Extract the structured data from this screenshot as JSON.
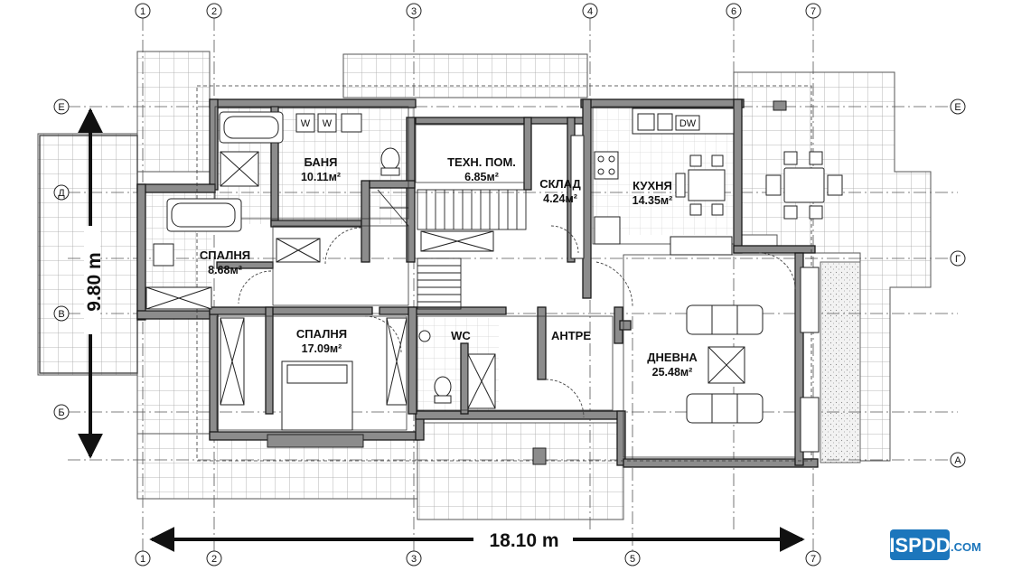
{
  "rooms": {
    "banya": {
      "name": "БАНЯ",
      "area": "10.11м²"
    },
    "tehn": {
      "name": "ТЕХН. ПОМ.",
      "area": "6.85м²"
    },
    "sklad": {
      "name": "СКЛАД",
      "area": "4.24м²"
    },
    "kuhnya": {
      "name": "КУХНЯ",
      "area": "14.35м²"
    },
    "spalnya_small": {
      "name": "СПАЛНЯ",
      "area": "8.68м²"
    },
    "spalnya_large": {
      "name": "СПАЛНЯ",
      "area": "17.09м²"
    },
    "wc": {
      "name": "WC"
    },
    "antre": {
      "name": "АНТРЕ"
    },
    "dnevna": {
      "name": "ДНЕВНА",
      "area": "25.48м²"
    }
  },
  "dimensions": {
    "height": "9.80 m",
    "width": "18.10 m"
  },
  "axes": {
    "numbers": [
      "1",
      "2",
      "3",
      "4",
      "5",
      "6",
      "7"
    ],
    "letters": [
      "Е",
      "Д",
      "Г",
      "В",
      "Б",
      "А"
    ]
  },
  "appliance": {
    "dw": "DW",
    "w": "W"
  },
  "logo": {
    "brand": "ISPDD",
    "suffix": ".COM"
  },
  "colors": {
    "wall": "#1a1a1a",
    "wall_fill": "#8c8c8c",
    "grid": "#9a9a9a",
    "logo_blue": "#1c76bc"
  }
}
